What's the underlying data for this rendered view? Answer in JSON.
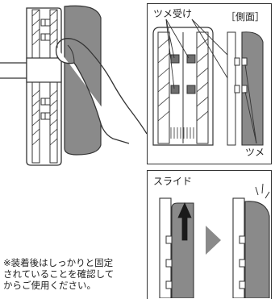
{
  "labels": {
    "tsume_uke": "ツメ受け",
    "side": "［側面］",
    "tsume": "ツメ",
    "slide": "スライド"
  },
  "note": {
    "lines": [
      "※装着後はしっかりと固定",
      "されていることを確認して",
      "からご使用ください。"
    ]
  },
  "colors": {
    "gray": "#8a8a8a",
    "dark_gray": "#6e6e6e",
    "line": "#333333",
    "arrow": "#1a1a1a"
  }
}
